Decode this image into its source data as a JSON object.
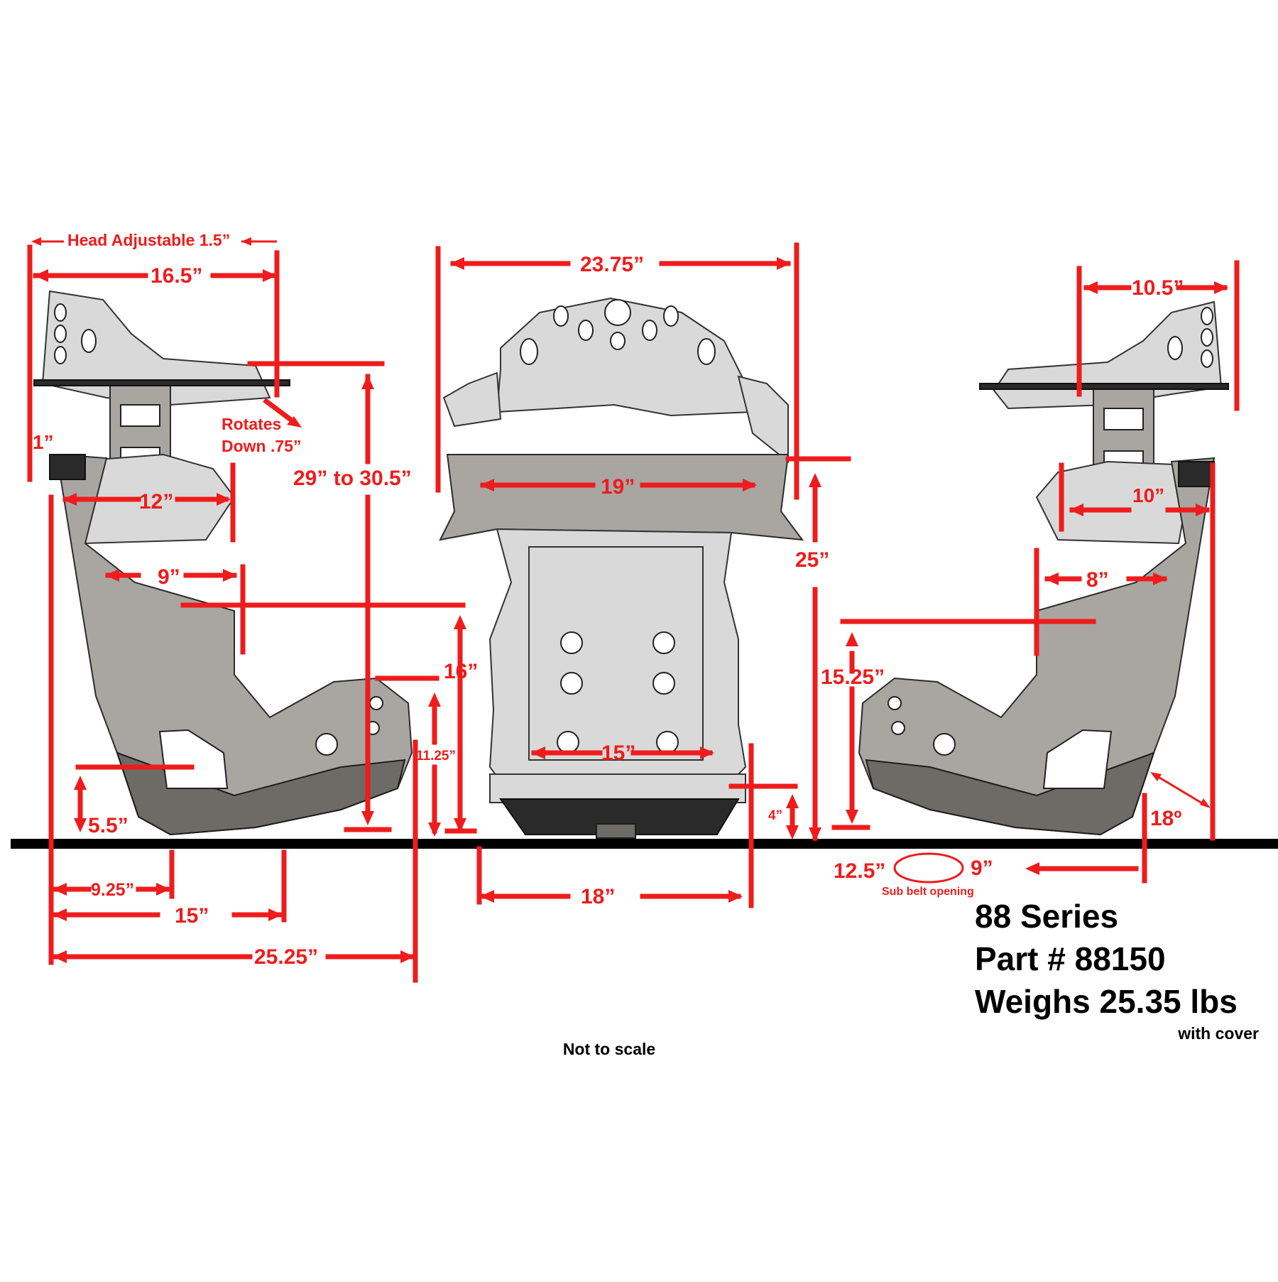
{
  "dimensions": {
    "head_adjustable": "Head Adjustable 1.5”",
    "side_depth_top": "16.5”",
    "one_inch": "1”",
    "rotates": "Rotates",
    "down": "Down .75”",
    "overall_height": "29” to 30.5”",
    "shoulder_width_left": "12”",
    "nine": "9”",
    "sixteen": "16”",
    "eleven_25": "11.25”",
    "five_5": "5.5”",
    "nine_25": "9.25”",
    "fifteen_bottom": "15”",
    "twenty_five_25": "25.25”",
    "top_width": "23.75”",
    "nineteen": "19”",
    "twenty_five": "25”",
    "fifteen_hip": "15”",
    "four": "4”",
    "eighteen": "18”",
    "fifteen_25": "15.25”",
    "twelve_5": "12.5”",
    "nine_right": "9”",
    "sub_belt": "Sub belt opening",
    "ten_5": "10.5”",
    "ten": "10”",
    "eight": "8”",
    "angle": "18º"
  },
  "info": {
    "series": "88 Series",
    "part": "Part # 88150",
    "weight": "Weighs 25.35 lbs",
    "cover": "with cover",
    "scale_note": "Not to scale"
  },
  "colors": {
    "dimension": "#ee1c1c",
    "ground": "#000000"
  }
}
